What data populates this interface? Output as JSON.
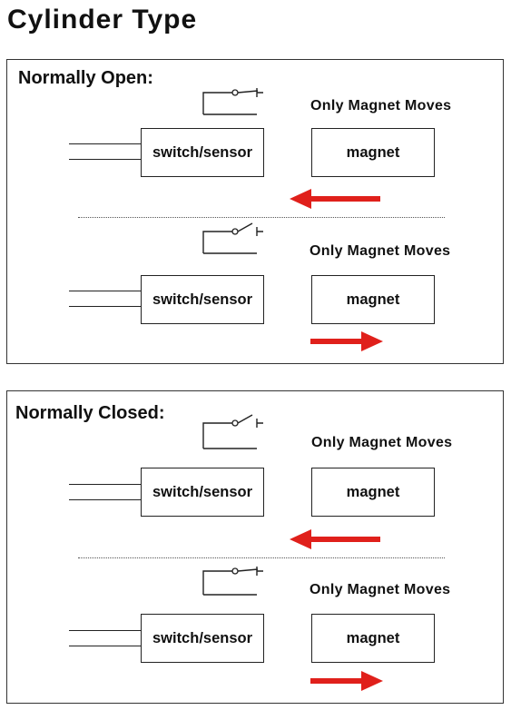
{
  "title": "Cylinder Type",
  "panels": [
    {
      "title": "Normally Open:",
      "scenarios": [
        {
          "motion_label": "Only Magnet Moves",
          "sensor_label": "switch/sensor",
          "magnet_label": "magnet",
          "arrow_direction": "left",
          "switch_state": "closed"
        },
        {
          "motion_label": "Only Magnet Moves",
          "sensor_label": "switch/sensor",
          "magnet_label": "magnet",
          "arrow_direction": "right",
          "switch_state": "open"
        }
      ]
    },
    {
      "title": "Normally Closed:",
      "scenarios": [
        {
          "motion_label": "Only Magnet Moves",
          "sensor_label": "switch/sensor",
          "magnet_label": "magnet",
          "arrow_direction": "left",
          "switch_state": "open"
        },
        {
          "motion_label": "Only Magnet Moves",
          "sensor_label": "switch/sensor",
          "magnet_label": "magnet",
          "arrow_direction": "right",
          "switch_state": "closed"
        }
      ]
    }
  ],
  "colors": {
    "arrow": "#e0201b",
    "line": "#222222"
  },
  "icons": {
    "switch": "switch-contact-icon",
    "arrow": "direction-arrow-icon"
  }
}
